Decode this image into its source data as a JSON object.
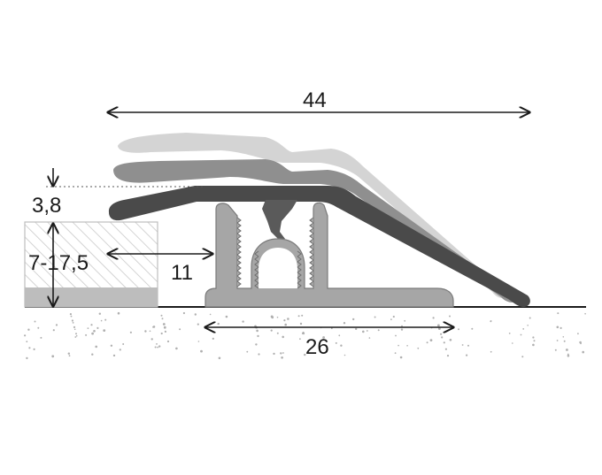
{
  "diagram": {
    "dimensions": {
      "overall_width": "44",
      "base_width": "26",
      "leg_width": "11",
      "height_offset": "3,8",
      "height_range": "7-17,5"
    },
    "colors": {
      "profile_dark": "#4a4a4a",
      "profile_mid": "#8c8c8c",
      "profile_light": "#c8c8c8",
      "base_fill": "#bdbdbd",
      "hatch_fill": "#d9d9d9",
      "line": "#1a1a1a",
      "dots": "#b0b0b0"
    }
  }
}
